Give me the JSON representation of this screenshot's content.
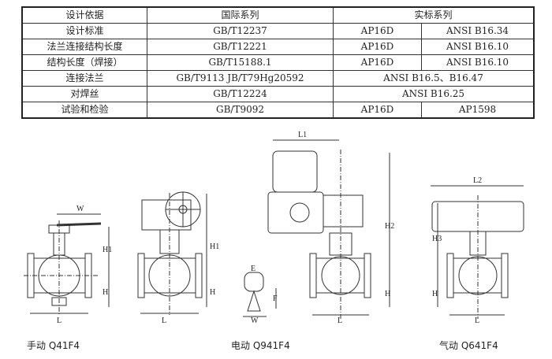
{
  "table": {
    "header": [
      "设计依据",
      "国际系列",
      "实标系列"
    ],
    "rows": [
      {
        "label": "设计标准",
        "intl": "GB/T12237",
        "a": "AP16D",
        "b": "ANSI B16.34"
      },
      {
        "label": "法兰连接结构长度",
        "intl": "GB/T12221",
        "a": "AP16D",
        "b": "ANSI B16.10"
      },
      {
        "label": "结构长度（焊接）",
        "intl": "GB/T15188.1",
        "a": "AP16D",
        "b": "ANSI B16.10"
      },
      {
        "label": "连接法兰",
        "intl": "GB/T9113  JB/T79Hg20592",
        "merged": "ANSI B16.5、B16.47"
      },
      {
        "label": "对焊丝",
        "intl": "GB/T12224",
        "merged": "ANSI B16.25"
      },
      {
        "label": "试验和检验",
        "intl": "GB/T9092",
        "a": "AP16D",
        "b": "AP1598"
      }
    ]
  },
  "drawings": {
    "manual": {
      "caption": "手动 Q41F4",
      "dims": {
        "w": "W",
        "h1": "H1",
        "h": "H",
        "l": "L"
      }
    },
    "electric": {
      "caption": "电动 Q941F4",
      "dims": {
        "h1": "H1",
        "h": "H",
        "l": "L",
        "e": "E",
        "f": "F",
        "w": "W"
      }
    },
    "electric2": {
      "dims": {
        "l1": "L1",
        "h2": "H2",
        "h": "H",
        "l": "L"
      }
    },
    "pneumatic": {
      "caption": "气动 Q641F4",
      "dims": {
        "l2": "L2",
        "h3": "H3",
        "h": "H",
        "l": "L"
      }
    }
  }
}
